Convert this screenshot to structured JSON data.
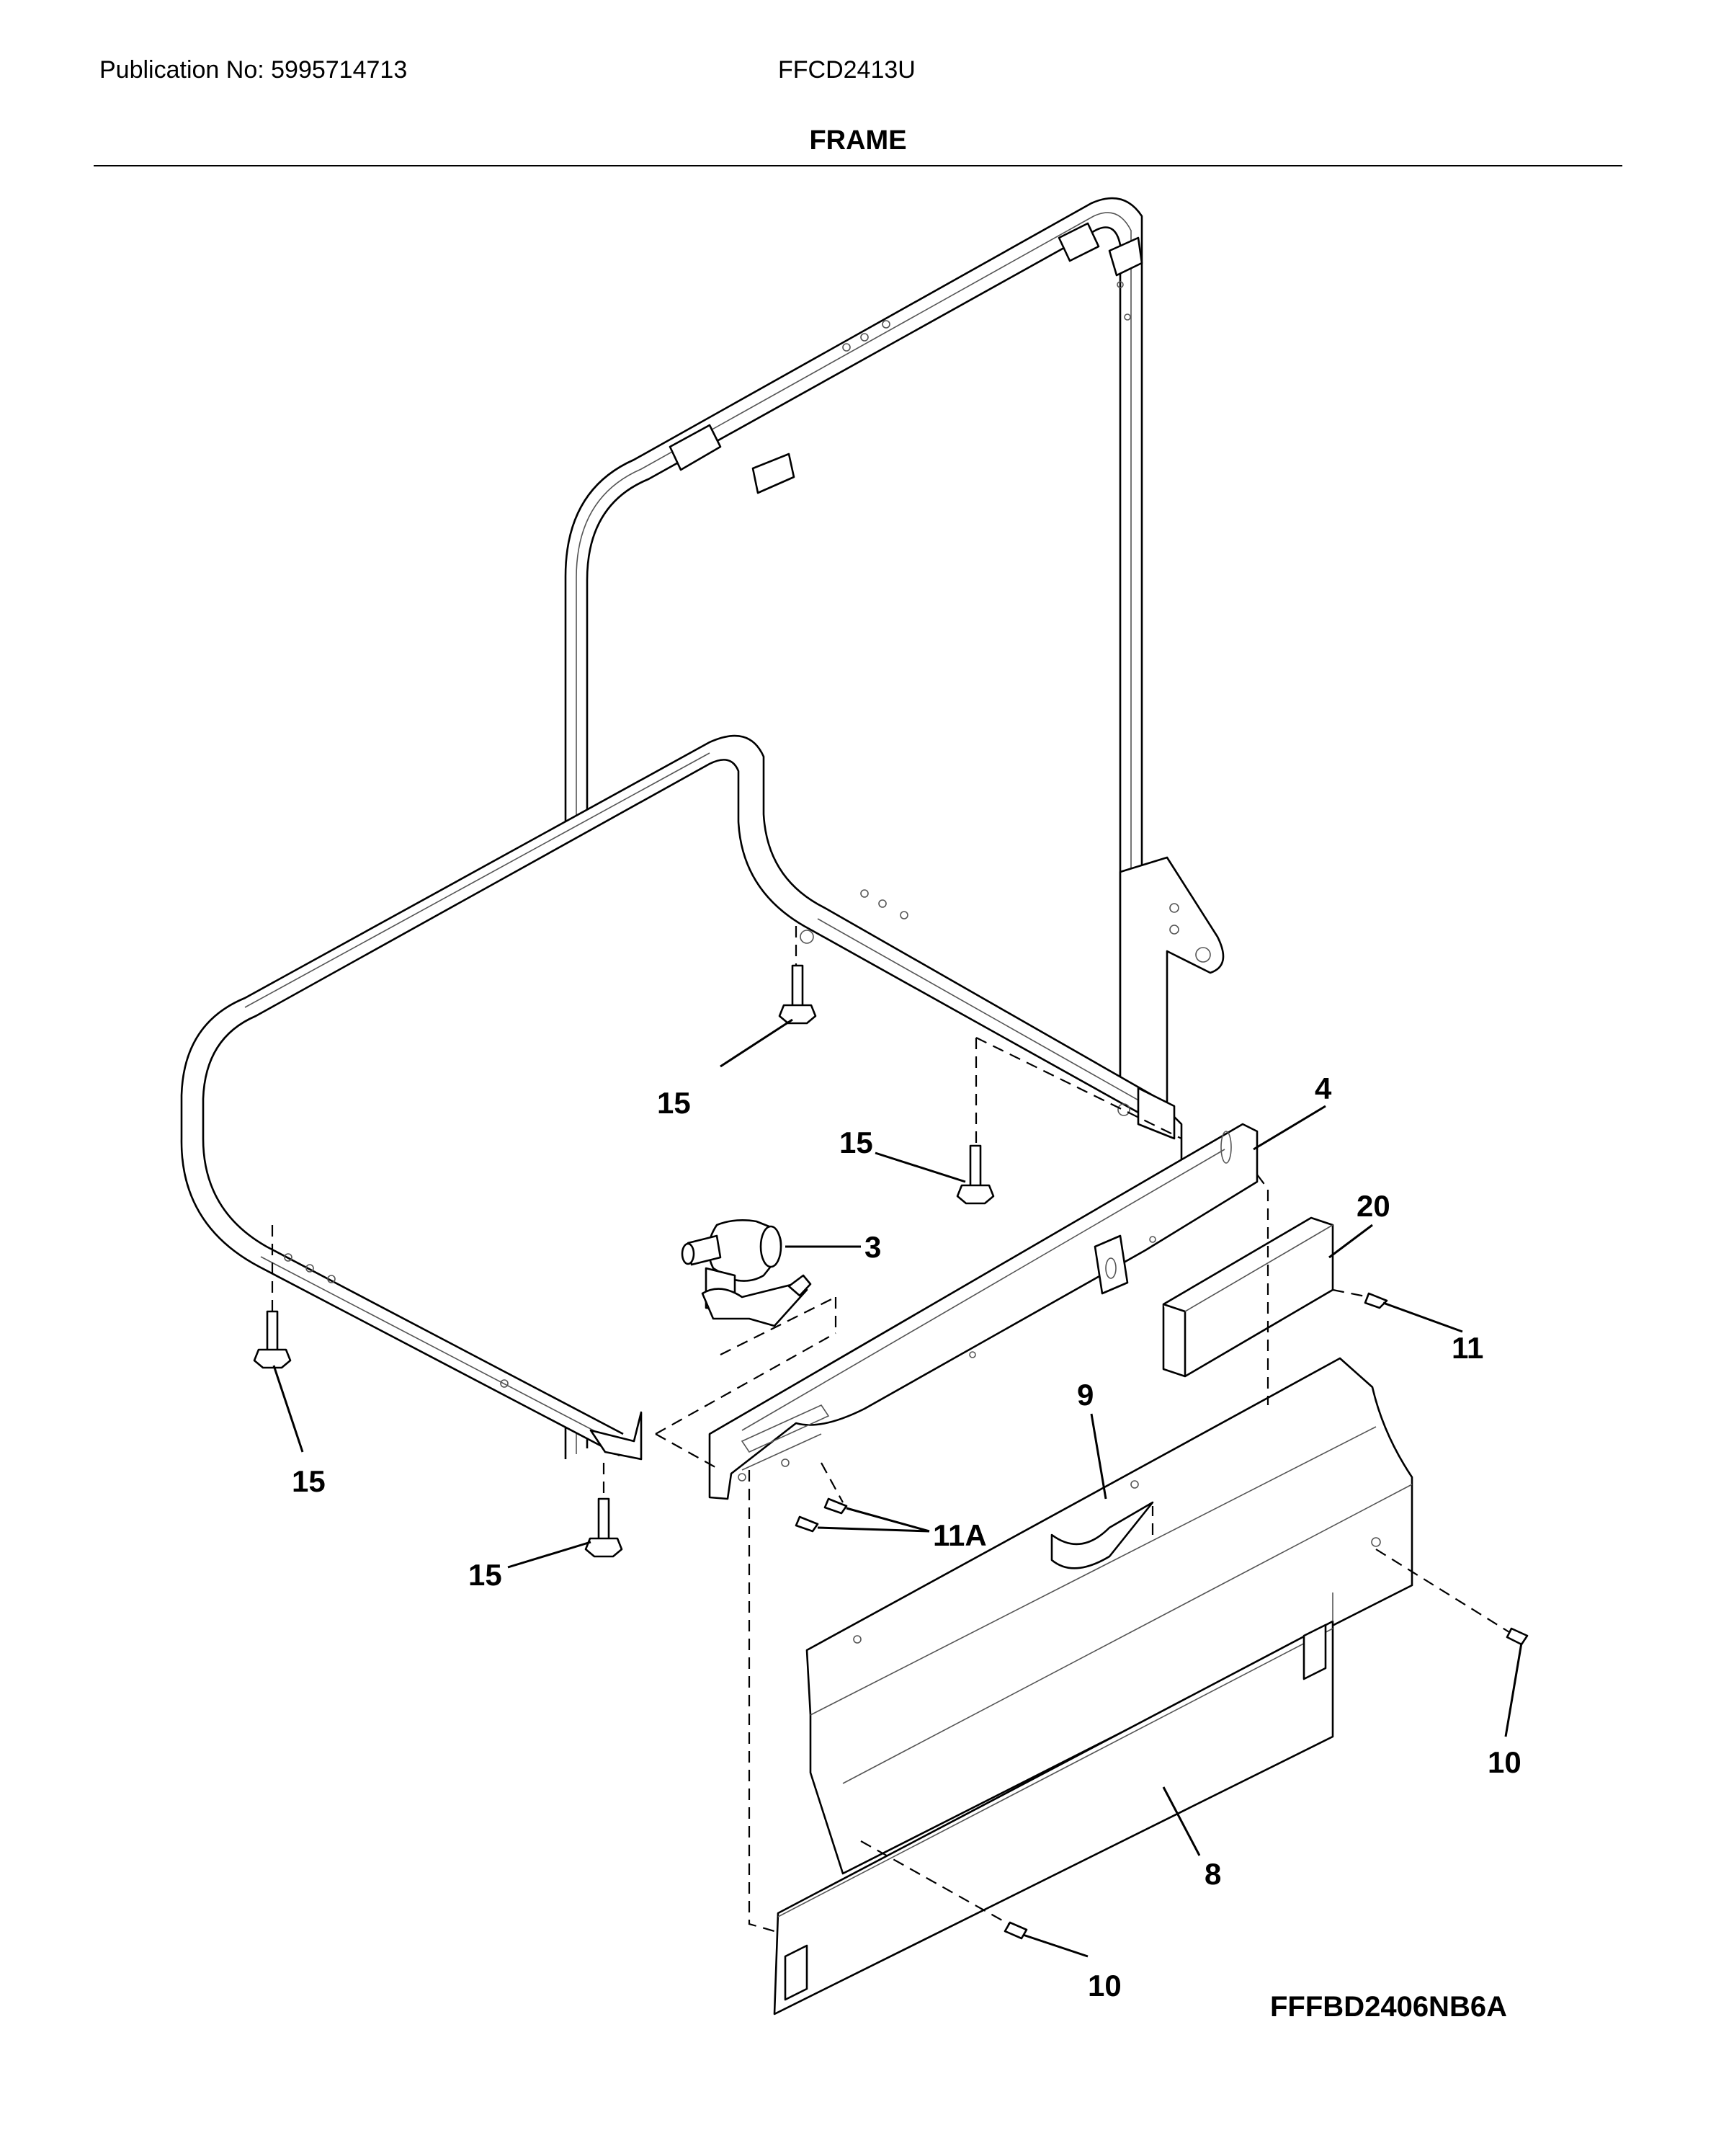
{
  "header": {
    "publication": "Publication No: 5995714713",
    "model": "FFCD2413U",
    "title": "FRAME"
  },
  "diagram": {
    "labels": {
      "p3": "3",
      "p4": "4",
      "p8": "8",
      "p9": "9",
      "p10a": "10",
      "p10b": "10",
      "p11": "11",
      "p11a": "11A",
      "p15a": "15",
      "p15b": "15",
      "p15c": "15",
      "p15d": "15",
      "p20": "20"
    }
  },
  "footer": {
    "code": "FFFBD2406NB6A"
  }
}
